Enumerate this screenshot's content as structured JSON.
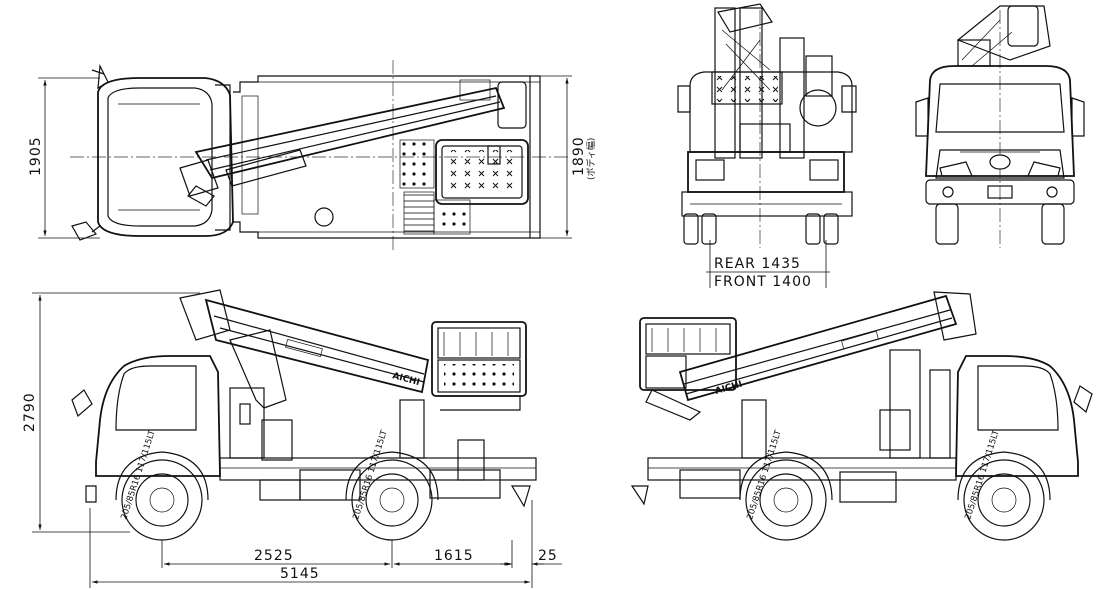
{
  "dimensions": {
    "top_view_width": "1905",
    "body_width": "1890",
    "body_width_note": "(ボディ幅)",
    "rear_track": "REAR  1435",
    "front_track": "FRONT 1400",
    "height": "2790",
    "wheelbase": "2525",
    "rear_overhang": "1615",
    "rear_extension": "25",
    "overall_length": "5145"
  },
  "brand": {
    "boom_logo": "AICHI"
  },
  "tire": {
    "spec": "205/85R16 117/115LT"
  }
}
